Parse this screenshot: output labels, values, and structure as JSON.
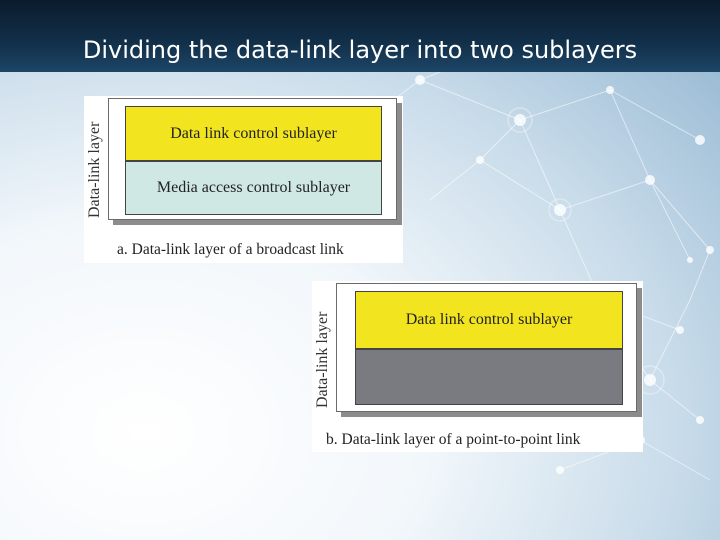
{
  "title": "Dividing the data-link layer into two sublayers",
  "diagram_a": {
    "vertical_label": "Data-link layer",
    "top_layer": "Data link control sublayer",
    "bottom_layer": "Media access control sublayer",
    "caption": "a. Data-link layer of a broadcast link",
    "colors": {
      "top": "#f2e51f",
      "bottom": "#cfe8e4"
    }
  },
  "diagram_b": {
    "vertical_label": "Data-link layer",
    "top_layer": "Data link control sublayer",
    "bottom_layer": "",
    "caption": "b. Data-link layer of a point-to-point link",
    "colors": {
      "top": "#f2e51f",
      "bottom": "#7a7b80"
    }
  }
}
